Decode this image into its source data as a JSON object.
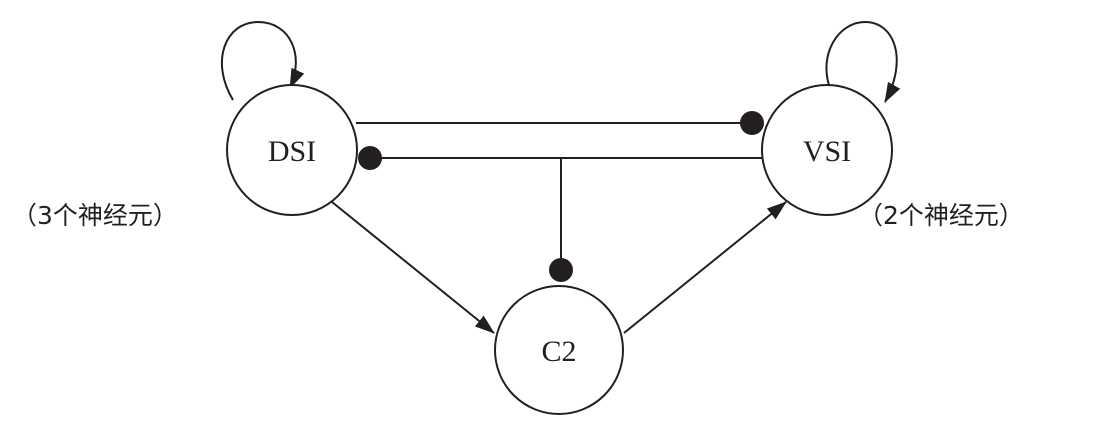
{
  "nodes": {
    "dsi": {
      "label": "DSI",
      "note": "（3个神经元）"
    },
    "vsi": {
      "label": "VSI",
      "note": "（2个神经元）"
    },
    "c2": {
      "label": "C2"
    }
  },
  "edges": [
    {
      "from": "DSI",
      "to": "DSI",
      "type": "excitatory"
    },
    {
      "from": "VSI",
      "to": "VSI",
      "type": "excitatory"
    },
    {
      "from": "DSI",
      "to": "VSI",
      "type": "inhibitory"
    },
    {
      "from": "VSI",
      "to": "DSI",
      "type": "inhibitory"
    },
    {
      "from": "VSI",
      "to": "C2",
      "type": "inhibitory"
    },
    {
      "from": "DSI",
      "to": "C2",
      "type": "excitatory"
    },
    {
      "from": "C2",
      "to": "VSI",
      "type": "excitatory"
    }
  ],
  "colors": {
    "ink": "#231f20",
    "background": "#ffffff"
  }
}
